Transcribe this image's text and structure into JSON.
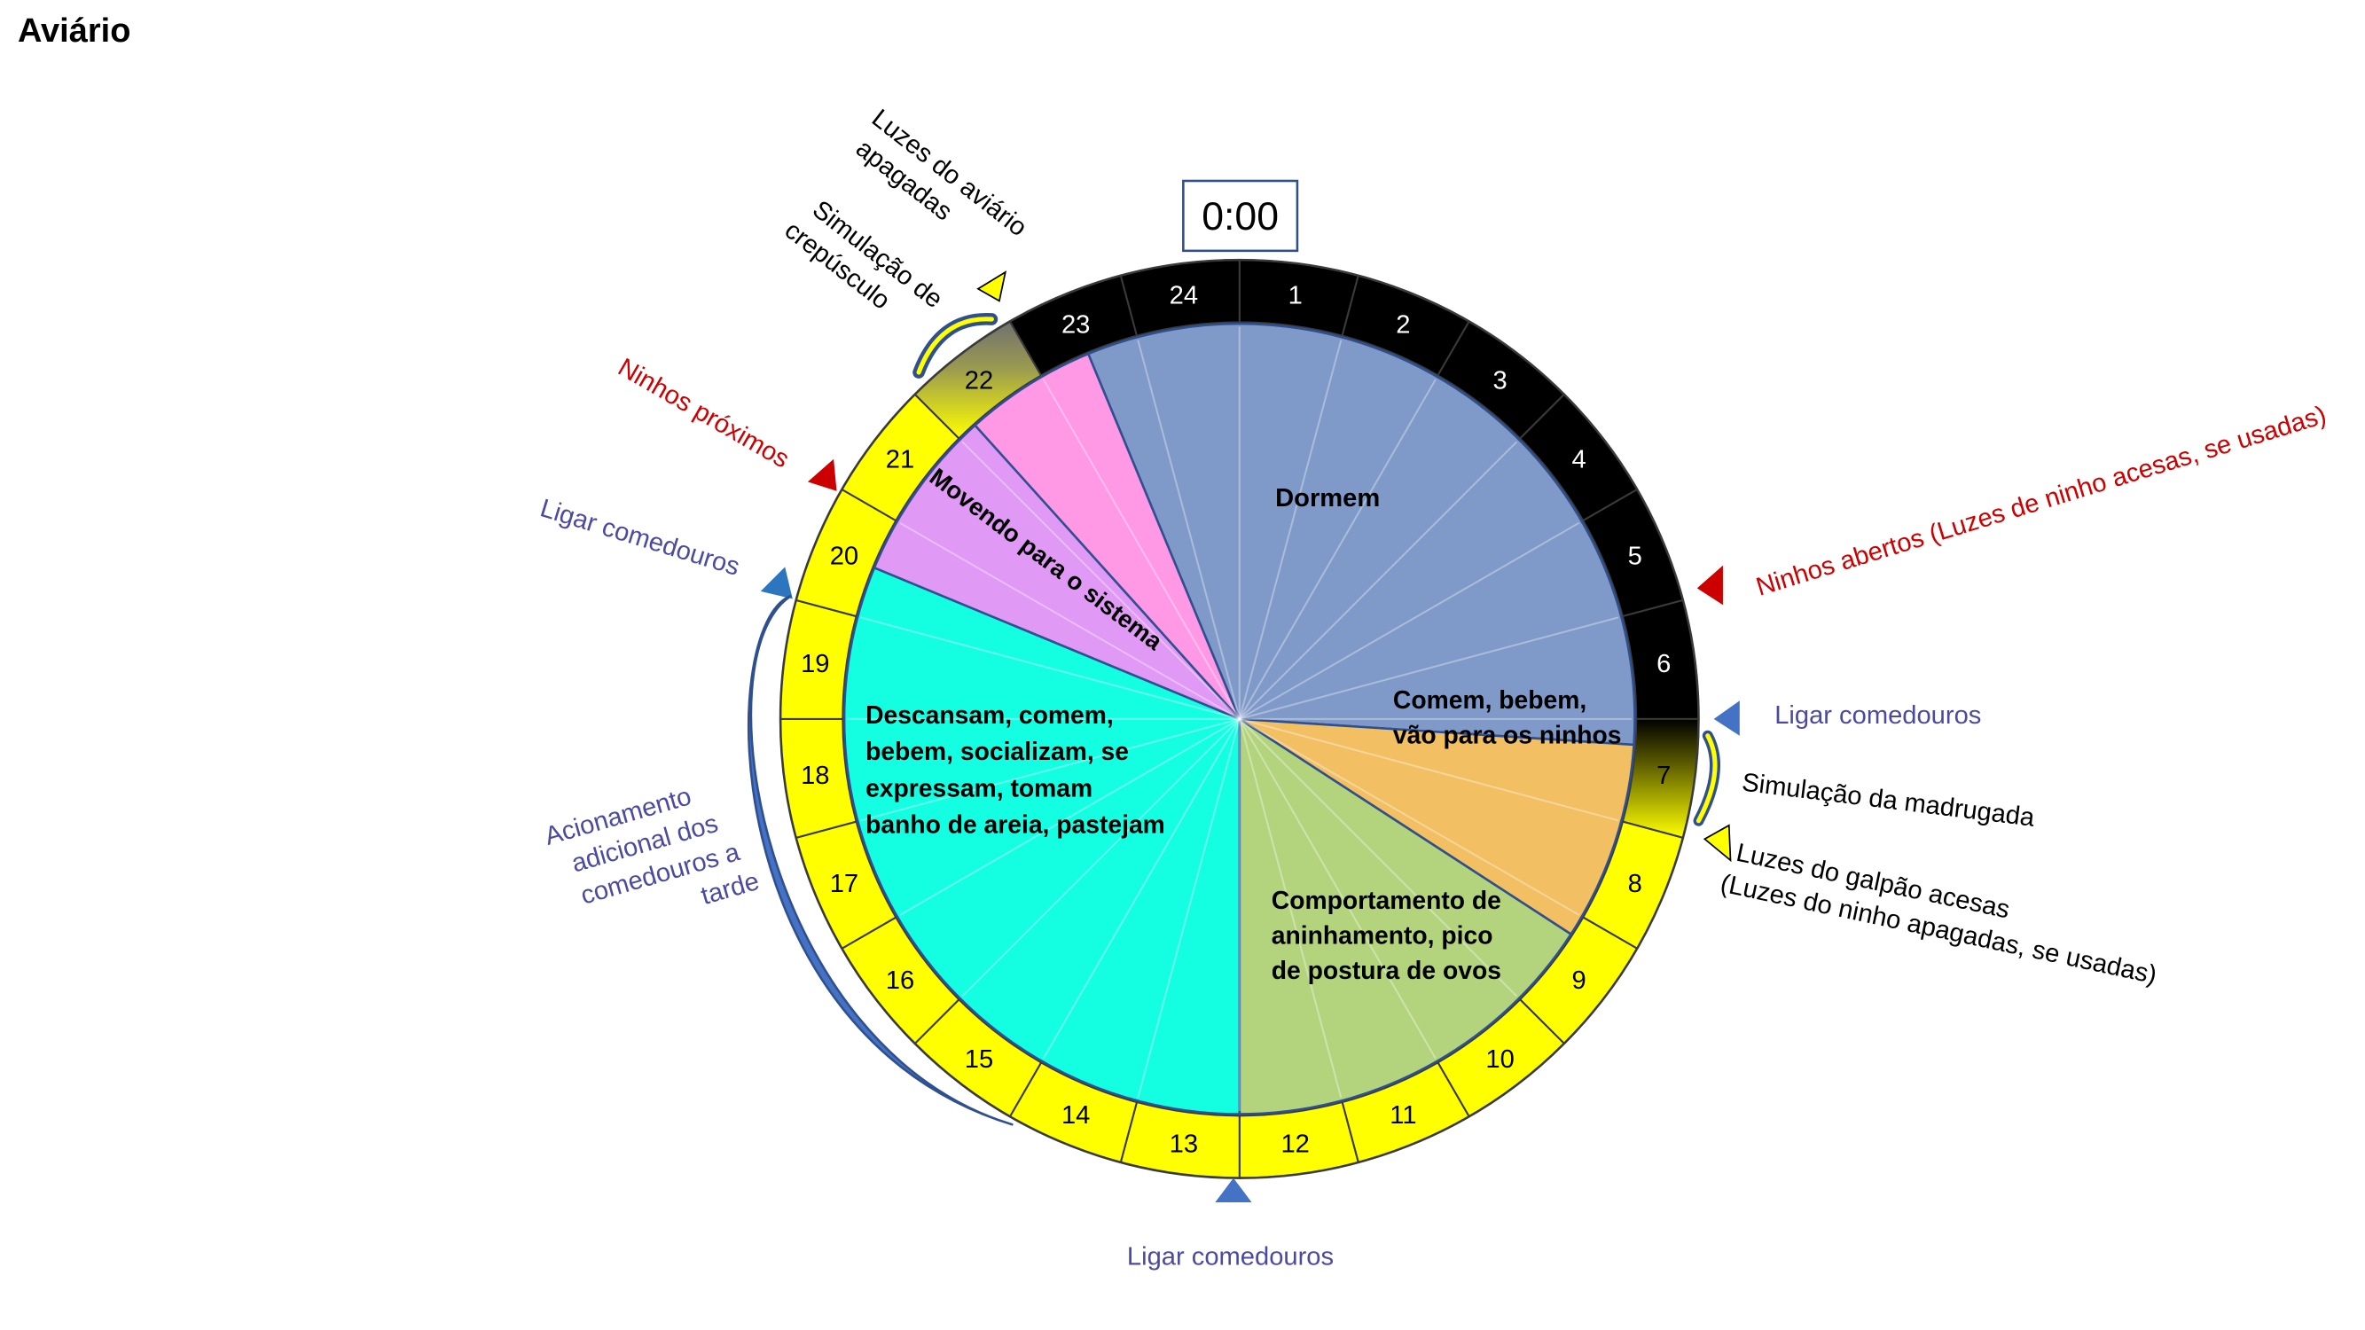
{
  "title": "Aviário",
  "clock_label": "0:00",
  "colors": {
    "night": "#000000",
    "day": "#ffff00",
    "sleep": "#7f99c8",
    "eat_morning": "#f2bf63",
    "nesting": "#b3d47d",
    "rest": "#14ffe2",
    "moving": "#e099f5",
    "pink": "#ff99e6",
    "red_text": "#cc0000",
    "blue_text": "#4a4aa0",
    "blue_marker": "#4472c4"
  },
  "hours": [
    "1",
    "2",
    "3",
    "4",
    "5",
    "6",
    "7",
    "8",
    "9",
    "10",
    "11",
    "12",
    "13",
    "14",
    "15",
    "16",
    "17",
    "18",
    "19",
    "20",
    "21",
    "22",
    "23",
    "24"
  ],
  "activities": {
    "sleep": "Dormem",
    "eat_morning_1": "Comem, bebem,",
    "eat_morning_2": "vão para os ninhos",
    "nesting_1": "Comportamento de",
    "nesting_2": "aninhamento, pico",
    "nesting_3": "de postura de ovos",
    "rest_1": "Descansam, comem,",
    "rest_2": "bebem, socializam, se",
    "rest_3": "expressam, tomam",
    "rest_4": "banho de areia, pastejam",
    "moving": "Movendo para o sistema"
  },
  "annotations": {
    "lights_off_1": "Luzes do aviário",
    "lights_off_2": "apagadas",
    "dusk_1": "Simulação de",
    "dusk_2": "crepúsculo",
    "nests_closed": "Ninhos próximos",
    "feeders_evening": "Ligar comedouros",
    "extra_feed_1": "Acionamento",
    "extra_feed_2": "adicional dos",
    "extra_feed_3": "comedouros a",
    "extra_feed_4": "tarde",
    "nests_open": "Ninhos abertos (Luzes de ninho acesas, se usadas)",
    "feeders_morning": "Ligar comedouros",
    "dawn": "Simulação da madrugada",
    "lights_on_1": "Luzes do galpão acesas",
    "lights_on_2": "(Luzes do ninho apagadas, se usadas)",
    "feeders_noon": "Ligar comedouros"
  }
}
